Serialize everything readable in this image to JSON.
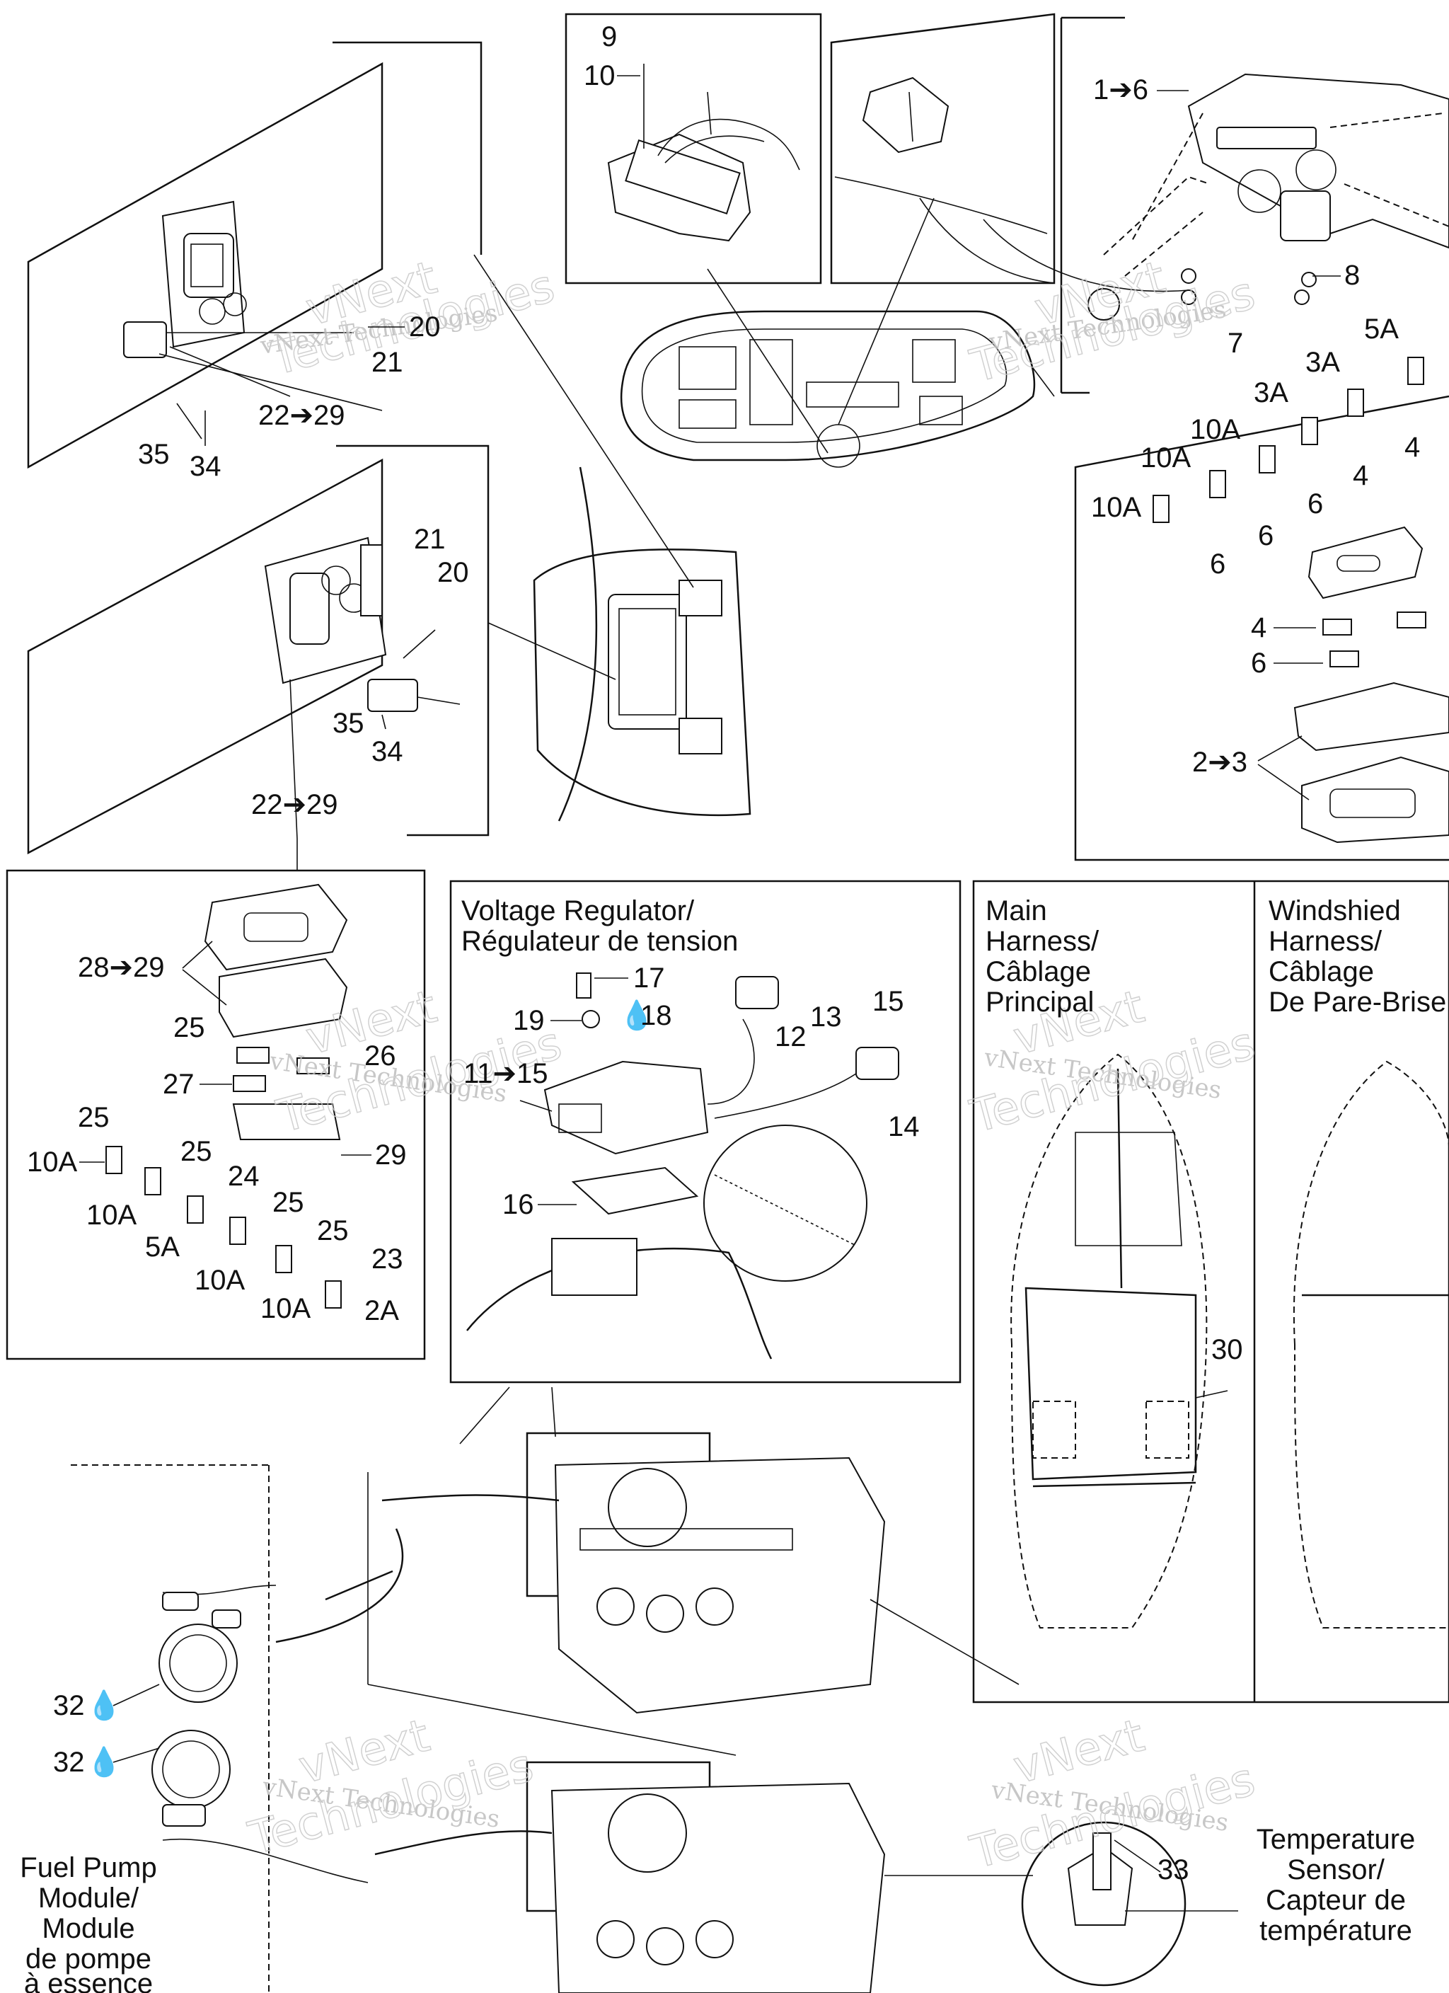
{
  "watermark": {
    "line1": "vNext Technologies",
    "line2": "vNext",
    "line3": "Technologies"
  },
  "top_left_box": {
    "callouts": [
      "20",
      "21",
      "22➔29",
      "35",
      "34"
    ]
  },
  "second_left_box": {
    "callouts": [
      "21",
      "20",
      "35",
      "34",
      "22➔29"
    ]
  },
  "connector_box": {
    "callouts": [
      "9",
      "10"
    ]
  },
  "upper_right_box": {
    "callouts": [
      "1➔6",
      "8",
      "7"
    ]
  },
  "fuse_box_right": {
    "callouts": [
      "5A",
      "3A",
      "3A",
      "10A",
      "10A",
      "10A",
      "4",
      "4",
      "6",
      "6",
      "6",
      "4",
      "6",
      "2➔3"
    ]
  },
  "fuse_box_left": {
    "callouts": [
      "28➔29",
      "25",
      "26",
      "27",
      "25",
      "10A",
      "25",
      "24",
      "10A",
      "25",
      "5A",
      "25",
      "10A",
      "23",
      "10A",
      "2A",
      "29"
    ]
  },
  "voltage_regulator": {
    "title_en": "Voltage Regulator/",
    "title_fr": "Régulateur de tension",
    "callouts": [
      "17",
      "19",
      "18",
      "13",
      "12",
      "15",
      "11➔15",
      "14",
      "16"
    ]
  },
  "main_harness": {
    "title_line1": "Main",
    "title_line2": "Harness/",
    "title_line3": "Câblage",
    "title_line4": "Principal",
    "callout": "30"
  },
  "windshield_harness": {
    "title_line1": "Windshied",
    "title_line2": "Harness/",
    "title_line3": "Câblage",
    "title_line4": "De Pare-Brise"
  },
  "fuel_pump": {
    "callouts": [
      "32",
      "32"
    ],
    "label_line1": "Fuel Pump",
    "label_line2": "Module/",
    "label_line3": "Module",
    "label_line4": "de pompe",
    "label_line5": "à essence"
  },
  "temperature_sensor": {
    "callout": "33",
    "label_line1": "Temperature",
    "label_line2": "Sensor/",
    "label_line3": "Capteur de",
    "label_line4": "température"
  }
}
